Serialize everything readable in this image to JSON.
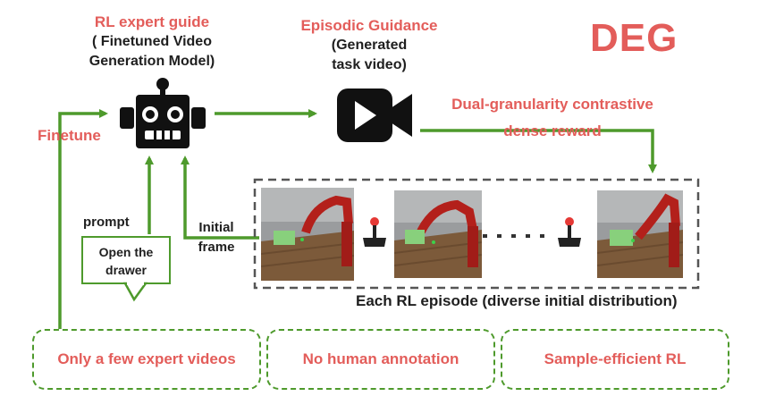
{
  "title": "DEG",
  "expert_guide": {
    "title": "RL expert guide",
    "subtitle_line1": "( Finetuned Video",
    "subtitle_line2": "Generation Model)"
  },
  "episodic_guidance": {
    "title": "Episodic Guidance",
    "subtitle_line1": "(Generated",
    "subtitle_line2": "task video)"
  },
  "reward": {
    "line1": "Dual-granularity contrastive",
    "line2": "dense reward"
  },
  "finetune_label": "Finetune",
  "prompt_label": "prompt",
  "prompt_text_line1": "Open the",
  "prompt_text_line2": "drawer",
  "initial_frame_line1": "Initial",
  "initial_frame_line2": "frame",
  "episode_caption": "Each RL episode (diverse initial distribution)",
  "badges": [
    "Only a few expert videos",
    "No human annotation",
    "Sample-efficient RL"
  ],
  "colors": {
    "accent_red": "#e35d5a",
    "arrow_green": "#4e9a2c",
    "dash_gray": "#555555"
  },
  "icons": [
    "robot-icon",
    "video-camera-icon",
    "joystick-icon"
  ]
}
